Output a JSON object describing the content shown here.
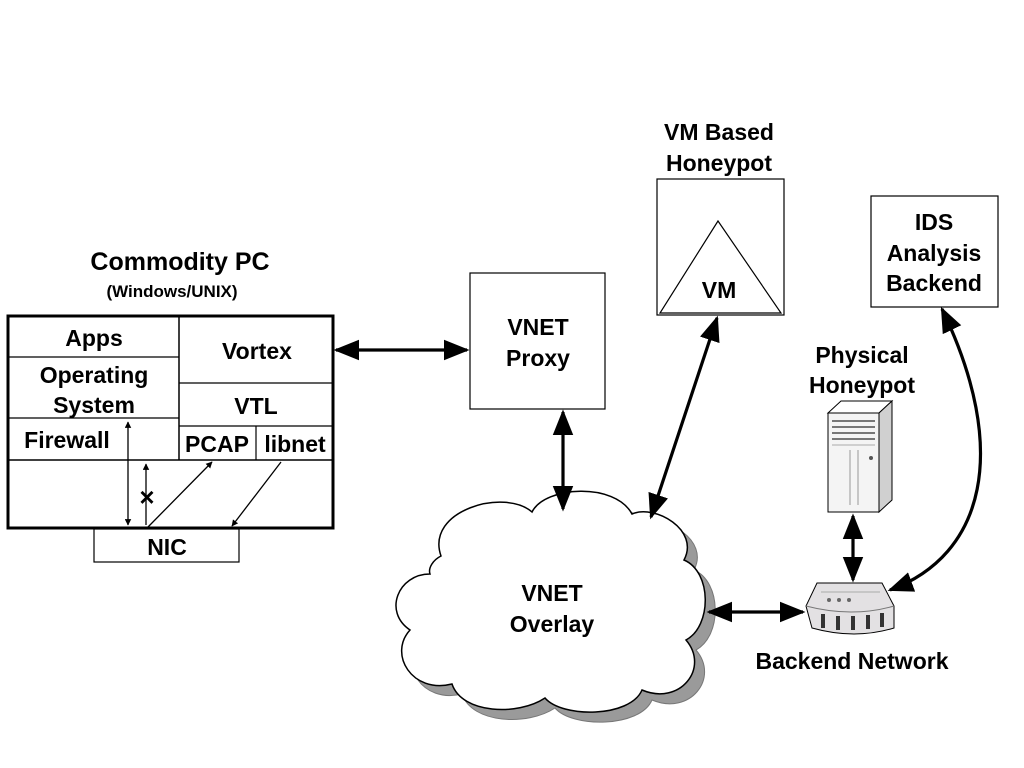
{
  "commodity_pc": {
    "title": "Commodity PC",
    "subtitle": "(Windows/UNIX)",
    "apps": "Apps",
    "os_line1": "Operating",
    "os_line2": "System",
    "firewall": "Firewall",
    "vortex": "Vortex",
    "vtl": "VTL",
    "pcap": "PCAP",
    "libnet": "libnet",
    "blocked_mark": "×",
    "nic": "NIC"
  },
  "vnet_proxy": {
    "line1": "VNET",
    "line2": "Proxy"
  },
  "vm_honeypot": {
    "title_line1": "VM Based",
    "title_line2": "Honeypot",
    "vm": "VM"
  },
  "ids_backend": {
    "line1": "IDS",
    "line2": "Analysis",
    "line3": "Backend"
  },
  "physical_honeypot": {
    "line1": "Physical",
    "line2": "Honeypot"
  },
  "vnet_overlay": {
    "line1": "VNET",
    "line2": "Overlay"
  },
  "backend_network": {
    "label": "Backend Network"
  },
  "colors": {
    "stroke": "#000000",
    "cloud_shadow": "#9a9a9a",
    "server_fill": "#f4f4f4",
    "switch_fill": "#e3e1e3"
  }
}
